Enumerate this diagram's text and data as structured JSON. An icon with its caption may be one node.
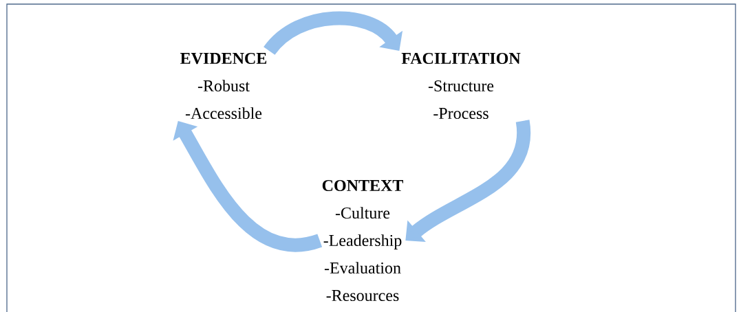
{
  "diagram": {
    "nodes": [
      {
        "text": [
          "EVIDENCE",
          "-Robust",
          "-Accessible"
        ]
      },
      {
        "text": [
          "FACILITATION",
          "-Structure",
          "-Process"
        ]
      },
      {
        "text": [
          "CONTEXT",
          "-Culture",
          "-Leadership",
          "-Evaluation",
          "-Resources"
        ]
      }
    ],
    "edges": [
      {
        "from": 0,
        "to": 1,
        "arrow": "to"
      },
      {
        "from": 1,
        "to": 2,
        "arrow": "to"
      },
      {
        "from": 2,
        "to": 0,
        "arrow": "to"
      }
    ]
  }
}
